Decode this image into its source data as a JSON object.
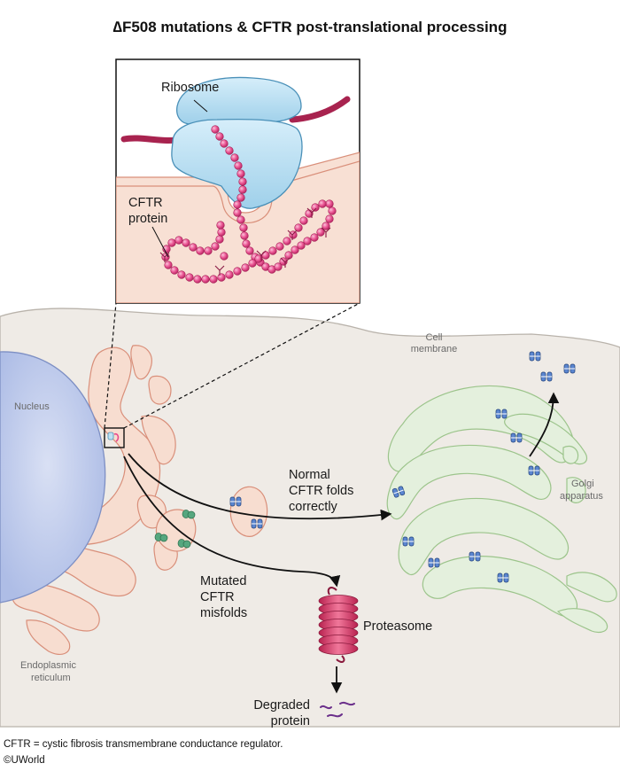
{
  "title": "∆F508 mutations & CFTR post-translational processing",
  "inset": {
    "ribosome_label": "Ribosome",
    "cftr_label_line1": "CFTR",
    "cftr_label_line2": "protein"
  },
  "labels": {
    "nucleus": "Nucleus",
    "cell_membrane_line1": "Cell",
    "cell_membrane_line2": "membrane",
    "golgi_line1": "Golgi",
    "golgi_line2": "apparatus",
    "er_line1": "Endoplasmic",
    "er_line2": "reticulum",
    "normal_line1": "Normal",
    "normal_line2": "CFTR folds",
    "normal_line3": "correctly",
    "mutated_line1": "Mutated",
    "mutated_line2": "CFTR",
    "mutated_line3": "misfolds",
    "proteasome": "Proteasome",
    "degraded_line1": "Degraded",
    "degraded_line2": "protein"
  },
  "footer": {
    "note": "CFTR = cystic fibrosis transmembrane conductance regulator.",
    "copyright": "©UWorld"
  },
  "colors": {
    "cytoplasm": "#efebe6",
    "nucleus": "#c9d3ee",
    "er": "#f7ddd0",
    "golgi": "#e4f0dd",
    "ribosome": "#bfe1f2",
    "protein_bead": "#e8468a",
    "mrna": "#a8234f",
    "cftr_normal": "#3f6fbf",
    "cftr_misfolded": "#3f9a6f",
    "proteasome": "#e0406f",
    "degraded": "#6a2e8a"
  }
}
